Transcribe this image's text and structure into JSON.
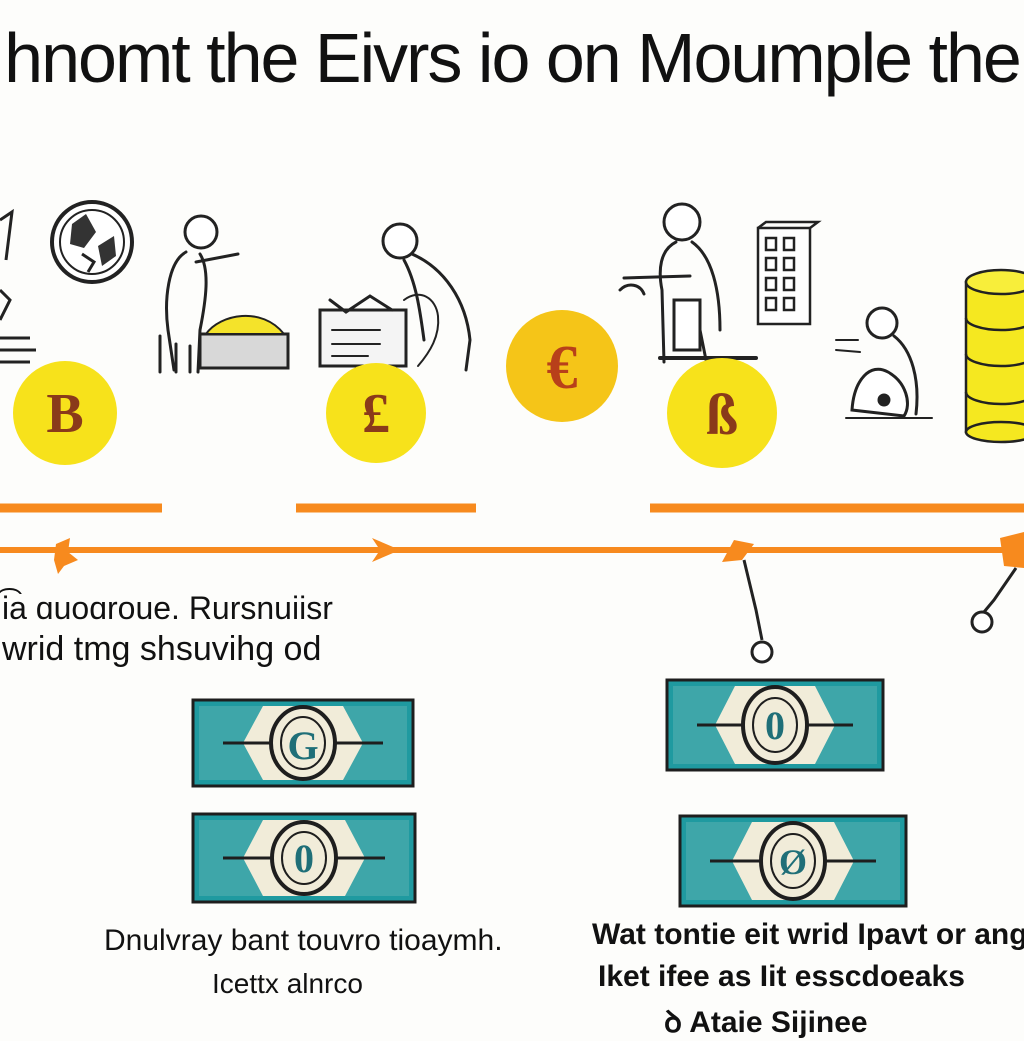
{
  "title": "hnomt the Eivrs io on Moumple the",
  "coins": [
    {
      "symbol": "B",
      "color": "#f7e21b",
      "glyph": "#8a3a1a"
    },
    {
      "symbol": "£",
      "color": "#f7e21b",
      "glyph": "#8a3a1a"
    },
    {
      "symbol": "€",
      "color": "#f5c518",
      "glyph": "#b8401a"
    },
    {
      "symbol": "ß",
      "color": "#f7e21b",
      "glyph": "#8a3a1a"
    }
  ],
  "captions": {
    "left_1": "i͡a ɑuoɑroue. Rursnuiisr",
    "left_2": "wrid tmg shsuvihg od",
    "bottom_left_1": "Dnulvray bant touvro tioaymh.",
    "bottom_left_2": "Icettx alnrco",
    "bottom_right_1": "Wat tontie eit wrid Ipavt or ang",
    "bottom_right_2": "Iket ifee as Iit esscdoeaks",
    "bottom_right_3": "ꝺ Ataie Sijinee"
  },
  "banknotes": [
    {
      "symbol": "G"
    },
    {
      "symbol": "0"
    },
    {
      "symbol": "0"
    },
    {
      "symbol": "Ø"
    }
  ],
  "colors": {
    "accent": "#f78a1e",
    "coin": "#f7e21b",
    "note_teal": "#1f9aa0",
    "note_cream": "#f1ecd9",
    "ink": "#1e1e1e"
  }
}
